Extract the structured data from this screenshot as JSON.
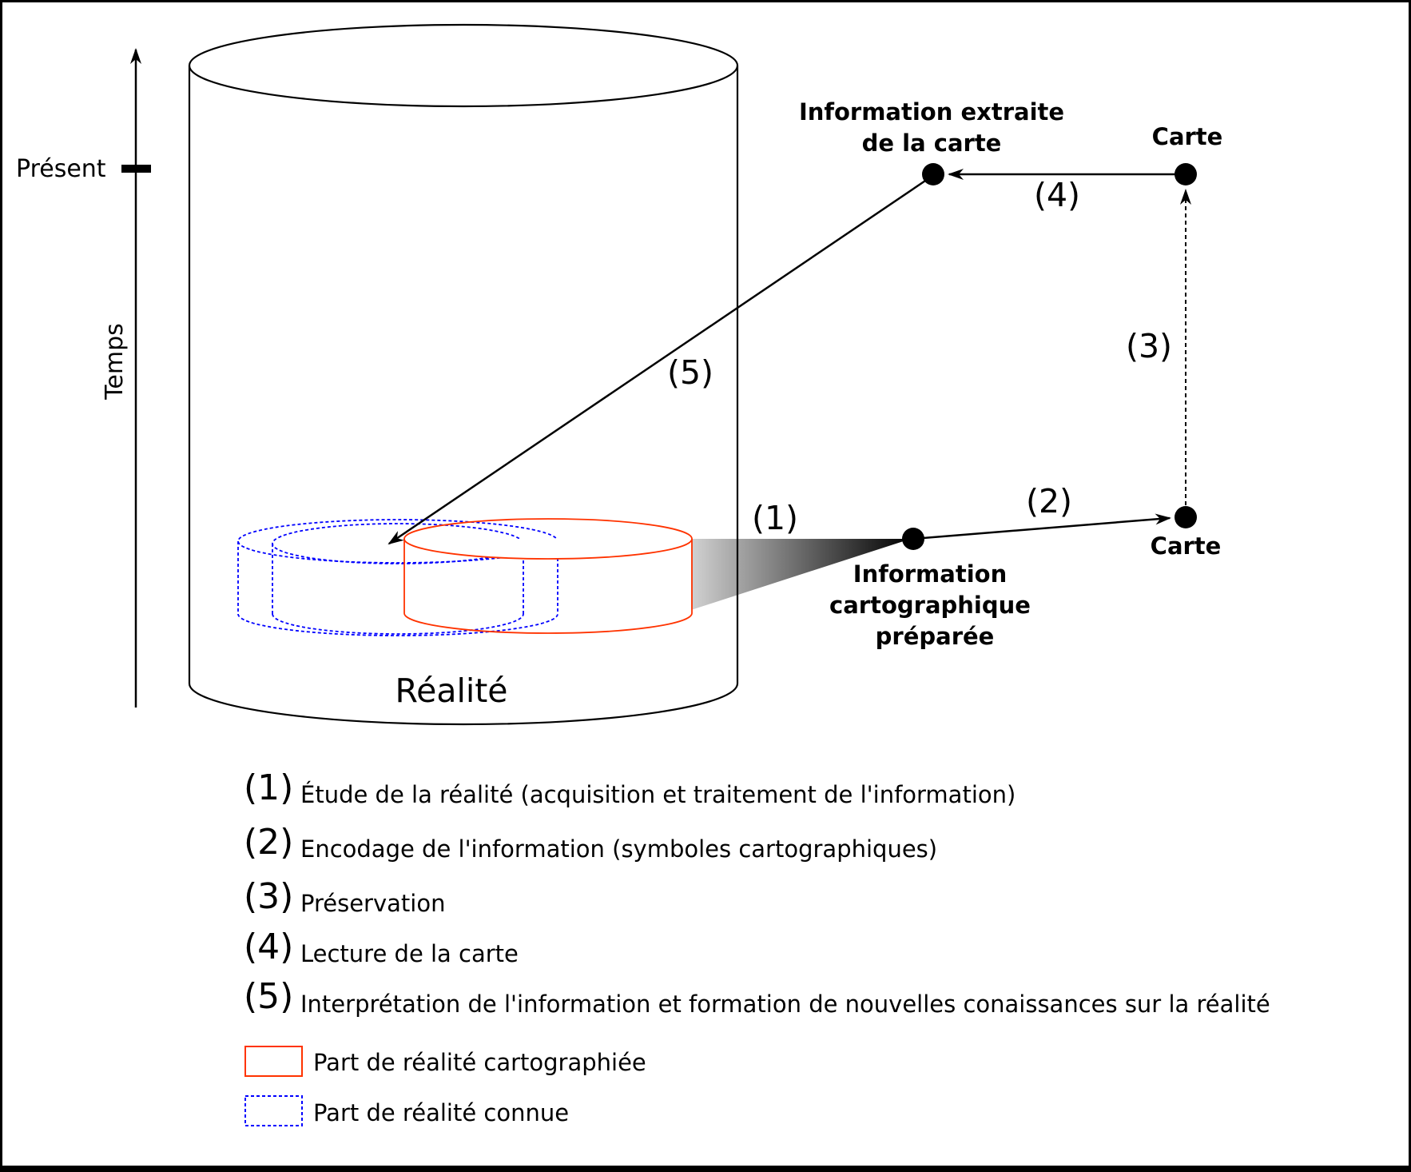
{
  "time_axis": {
    "label": "Temps",
    "present_label": "Présent"
  },
  "cylinder": {
    "label": "Réalité"
  },
  "nodes": {
    "info_extracted": {
      "line1": "Information extraite",
      "line2": "de la carte"
    },
    "carte_top": {
      "label": "Carte"
    },
    "carte_bottom": {
      "label": "Carte"
    },
    "info_prepared": {
      "line1": "Information",
      "line2": "cartographique",
      "line3": "préparée"
    }
  },
  "steps": {
    "s1": "(1)",
    "s2": "(2)",
    "s3": "(3)",
    "s4": "(4)",
    "s5": "(5)"
  },
  "legend": {
    "items": [
      {
        "num": "(1)",
        "text": "Étude de la réalité (acquisition et traitement de l'information)"
      },
      {
        "num": "(2)",
        "text": "Encodage de l'information (symboles cartographiques)"
      },
      {
        "num": "(3)",
        "text": "Préservation"
      },
      {
        "num": "(4)",
        "text": "Lecture de la carte"
      },
      {
        "num": "(5)",
        "text": "Interprétation de l'information et formation de nouvelles conaissances sur la réalité"
      }
    ],
    "mapped": "Part de réalité cartographiée",
    "known": "Part de réalité connue"
  },
  "colors": {
    "mapped": "#ff3300",
    "known": "#0000ff",
    "ink": "#000000",
    "background": "#ffffff"
  }
}
